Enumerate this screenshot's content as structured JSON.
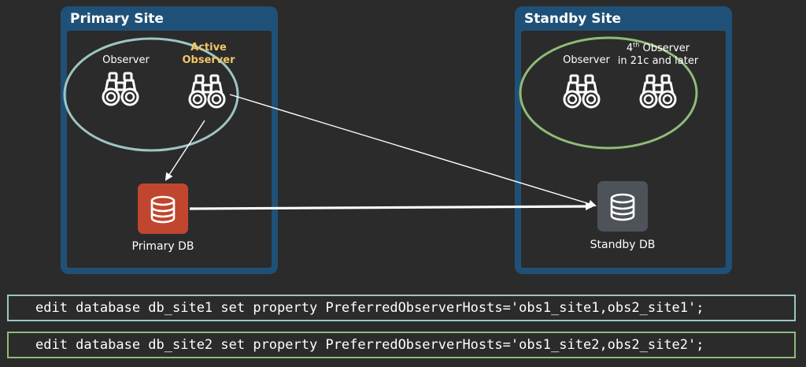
{
  "primary_site": {
    "title": "Primary Site",
    "observer_label": "Observer",
    "active_observer_label": "Active\nObserver",
    "db_label": "Primary DB"
  },
  "standby_site": {
    "title": "Standby Site",
    "observer_label": "Observer",
    "fourth_observer_prefix": "4",
    "fourth_observer_sup": "th",
    "fourth_observer_rest": " Observer",
    "fourth_observer_line2": "in 21c and later",
    "db_label": "Standby DB"
  },
  "commands": [
    "edit database db_site1 set property PreferredObserverHosts='obs1_site1,obs2_site1';",
    "edit database db_site2 set property PreferredObserverHosts='obs1_site2,obs2_site2';"
  ],
  "colors": {
    "site_frame": "#1f5178",
    "primary_ellipse": "#9cc6c3",
    "standby_ellipse": "#8fbb78",
    "primary_db": "#c0462f",
    "standby_db": "#4e535a",
    "active_label": "#f0c66a"
  },
  "icons": {
    "observer": "binoculars-icon",
    "database": "database-icon"
  }
}
